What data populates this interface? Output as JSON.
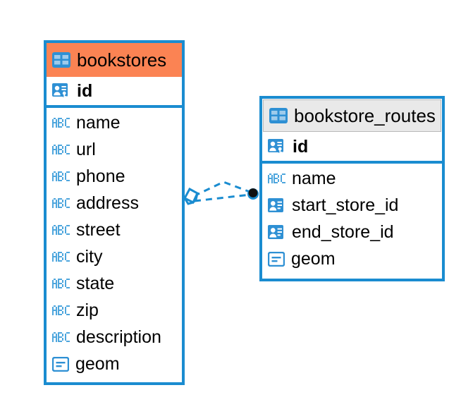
{
  "diagram": {
    "type": "entity-relationship-diagram",
    "background_color": "#ffffff",
    "accent_color": "#1a8cd0",
    "highlight_color": "#fb8353",
    "header_grey": "#e9e9e9"
  },
  "entities": [
    {
      "name": "bookstores",
      "title": "bookstores",
      "header_style": "orange",
      "header_icon": "table-icon",
      "primary_key": {
        "label": "id",
        "icon": "primary-key-icon"
      },
      "fields": [
        {
          "label": "name",
          "icon": "abc-icon"
        },
        {
          "label": "url",
          "icon": "abc-icon"
        },
        {
          "label": "phone",
          "icon": "abc-icon"
        },
        {
          "label": "address",
          "icon": "abc-icon"
        },
        {
          "label": "street",
          "icon": "abc-icon"
        },
        {
          "label": "city",
          "icon": "abc-icon"
        },
        {
          "label": "state",
          "icon": "abc-icon"
        },
        {
          "label": "zip",
          "icon": "abc-icon"
        },
        {
          "label": "description",
          "icon": "abc-icon"
        },
        {
          "label": "geom",
          "icon": "geometry-icon"
        }
      ]
    },
    {
      "name": "bookstore_routes",
      "title": "bookstore_routes",
      "header_style": "grey",
      "header_icon": "table-icon",
      "primary_key": {
        "label": "id",
        "icon": "primary-key-icon"
      },
      "fields": [
        {
          "label": "name",
          "icon": "abc-icon"
        },
        {
          "label": "start_store_id",
          "icon": "foreign-key-icon"
        },
        {
          "label": "end_store_id",
          "icon": "foreign-key-icon"
        },
        {
          "label": "geom",
          "icon": "geometry-icon"
        }
      ]
    }
  ],
  "relationship": {
    "name": "bookstores-to-bookstore_routes",
    "source_marker": "diamond-icon",
    "target_marker": "filled-circle-icon",
    "line_style": "dashed",
    "line_color": "#1a8cd0",
    "branch_count": 2
  }
}
